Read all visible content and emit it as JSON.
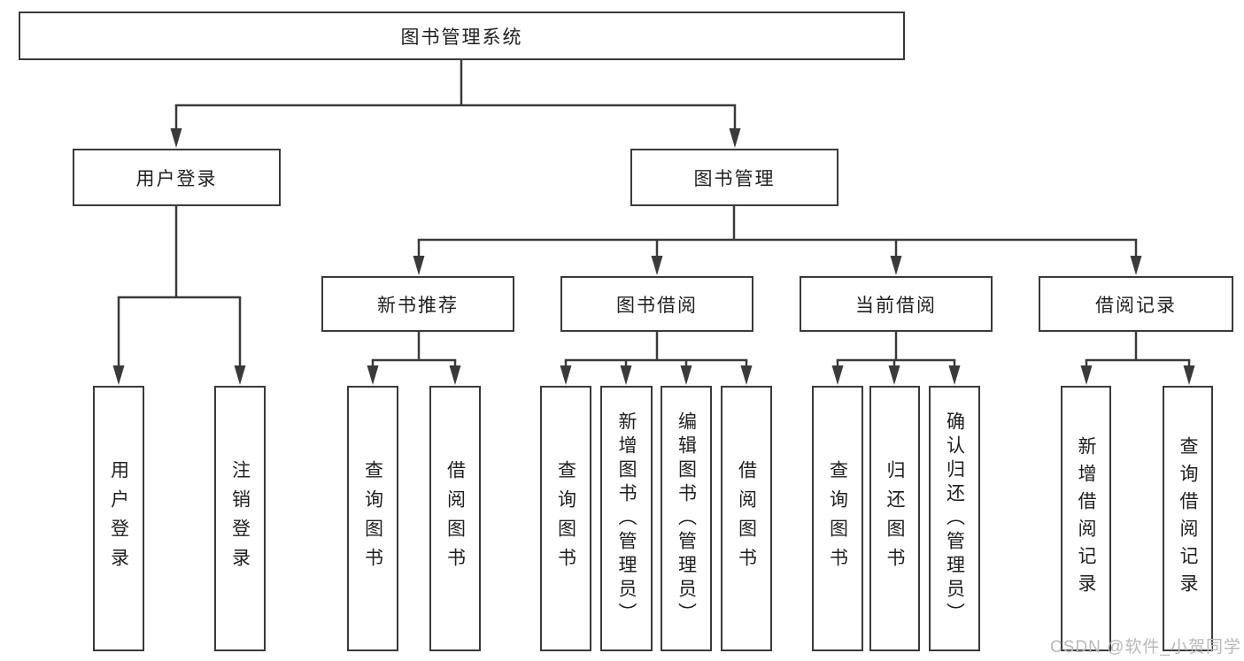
{
  "diagram": {
    "root": {
      "label": "图书管理系统"
    },
    "branches": [
      {
        "label": "用户登录",
        "children": [
          {
            "label": "用户登录"
          },
          {
            "label": "注销登录"
          }
        ]
      },
      {
        "label": "图书管理",
        "sections": [
          {
            "label": "新书推荐",
            "children": [
              {
                "label": "查询图书"
              },
              {
                "label": "借阅图书"
              }
            ]
          },
          {
            "label": "图书借阅",
            "children": [
              {
                "label": "查询图书"
              },
              {
                "label": "新增图书（管理员）"
              },
              {
                "label": "编辑图书（管理员）"
              },
              {
                "label": "借阅图书"
              }
            ]
          },
          {
            "label": "当前借阅",
            "children": [
              {
                "label": "查询图书"
              },
              {
                "label": "归还图书"
              },
              {
                "label": "确认归还（管理员）"
              }
            ]
          },
          {
            "label": "借阅记录",
            "children": [
              {
                "label": "新增借阅记录"
              },
              {
                "label": "查询借阅记录"
              }
            ]
          }
        ]
      }
    ]
  },
  "watermark": {
    "text": "CSDN @软件_小贺同学"
  },
  "colors": {
    "line": "#3a3a3a",
    "text": "#1f1f1f",
    "watermark": "#b9b9b9",
    "background": "#ffffff"
  }
}
